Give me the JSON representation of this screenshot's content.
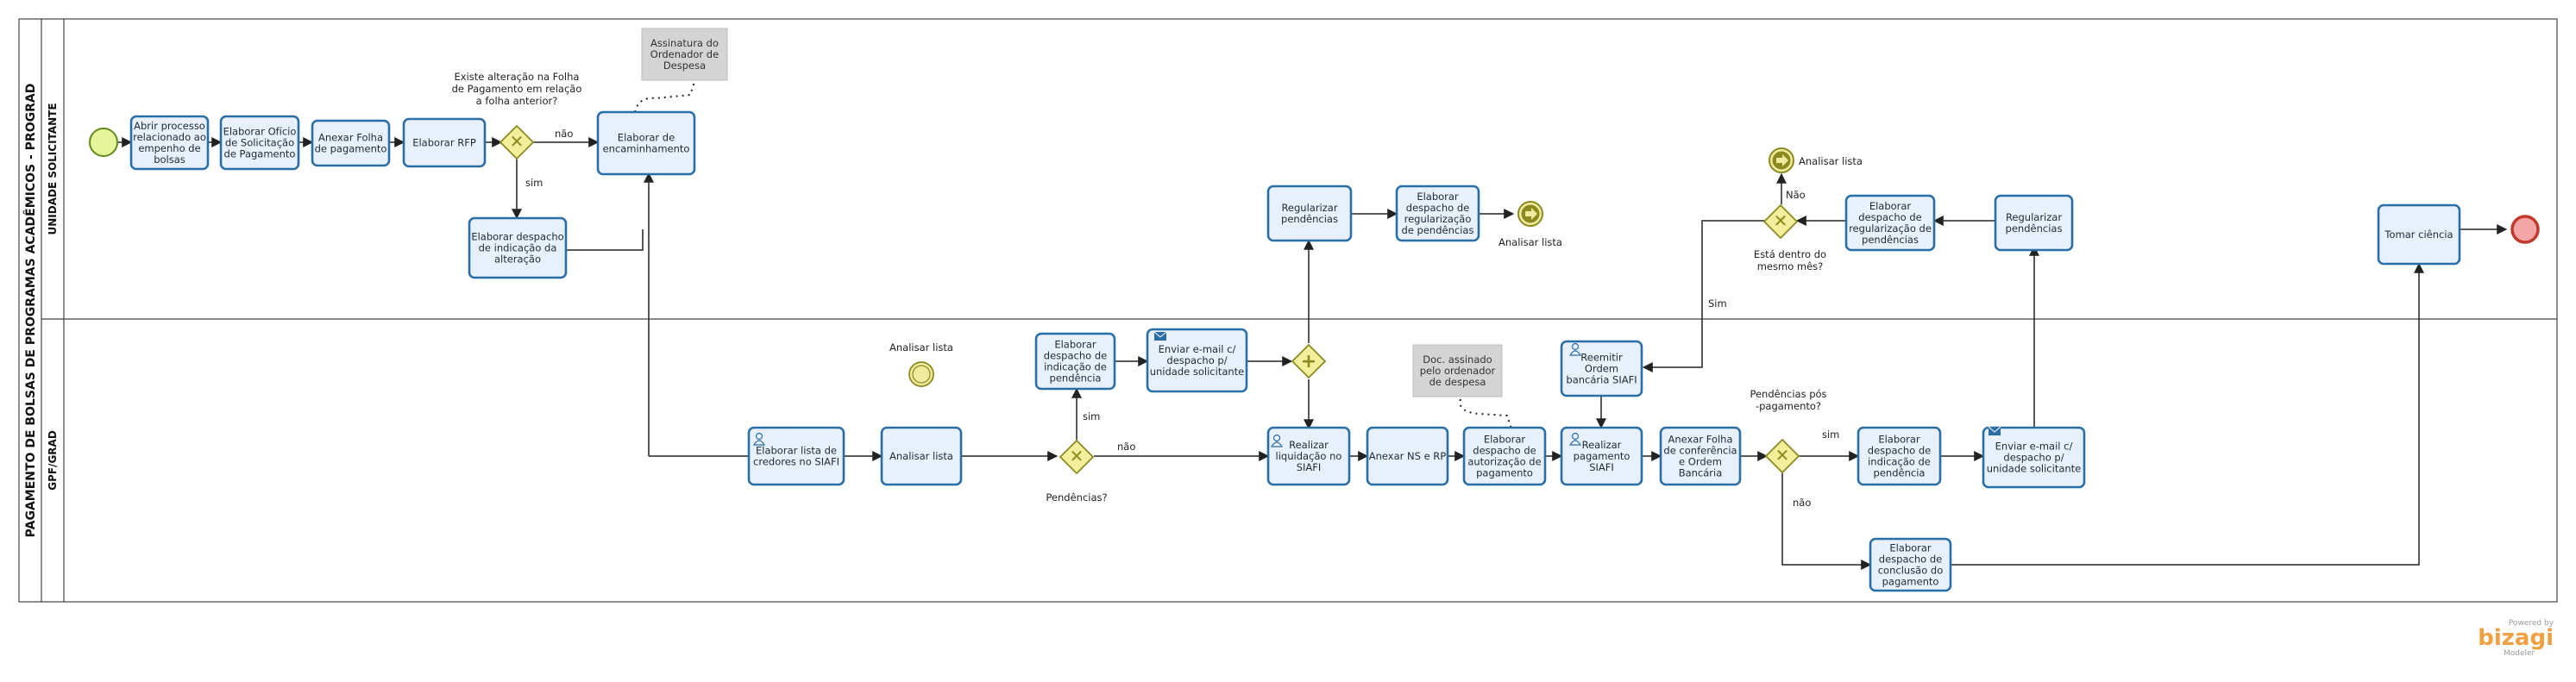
{
  "pool": {
    "title": "PAGAMENTO DE BOLSAS DE PROGRAMAS ACADÊMICOS - PROGRAD",
    "lanes": [
      "UNIDADE SOLICITANTE",
      "GPF/GRAD"
    ]
  },
  "tasks": [
    {
      "id": "t1",
      "lines": [
        "Abrir processo",
        "relacionado ao",
        "empenho de",
        "bolsas"
      ]
    },
    {
      "id": "t2",
      "lines": [
        "Elaborar Ofício",
        "de Solicitação",
        "de Pagamento"
      ]
    },
    {
      "id": "t3",
      "lines": [
        "Anexar Folha",
        "de pagamento"
      ]
    },
    {
      "id": "t4",
      "lines": [
        "Elaborar RFP"
      ]
    },
    {
      "id": "t5",
      "lines": [
        "Elaborar despacho",
        "de indicação da",
        "alteração"
      ]
    },
    {
      "id": "t6",
      "lines": [
        "Elaborar de",
        "encaminhamento"
      ]
    },
    {
      "id": "t7",
      "lines": [
        "Elaborar lista de",
        "credores no SIAFI"
      ]
    },
    {
      "id": "t8",
      "lines": [
        "Analisar lista"
      ]
    },
    {
      "id": "t9",
      "lines": [
        "Elaborar",
        "despacho de",
        "indicação de",
        "pendência"
      ]
    },
    {
      "id": "t10",
      "lines": [
        "Enviar e-mail c/",
        "despacho p/",
        "unidade solicitante"
      ]
    },
    {
      "id": "t11",
      "lines": [
        "Regularizar",
        "pendências"
      ]
    },
    {
      "id": "t12",
      "lines": [
        "Elaborar",
        "despacho de",
        "regularização",
        "de pendências"
      ]
    },
    {
      "id": "t13",
      "lines": [
        "Realizar",
        "liquidação no",
        "SIAFI"
      ]
    },
    {
      "id": "t14",
      "lines": [
        "Anexar NS e RP"
      ]
    },
    {
      "id": "t15",
      "lines": [
        "Elaborar",
        "despacho de",
        "autorização de",
        "pagamento"
      ]
    },
    {
      "id": "t16",
      "lines": [
        "Reemitir",
        "Ordem",
        "bancária SIAFI"
      ]
    },
    {
      "id": "t17",
      "lines": [
        "Realizar",
        "pagamento",
        "SIAFI"
      ]
    },
    {
      "id": "t18",
      "lines": [
        "Anexar Folha",
        "de conferência",
        "e Ordem",
        "Bancária"
      ]
    },
    {
      "id": "t19",
      "lines": [
        "Elaborar",
        "despacho de",
        "indicação de",
        "pendência"
      ]
    },
    {
      "id": "t20",
      "lines": [
        "Enviar e-mail c/",
        "despacho p/",
        "unidade solicitante"
      ]
    },
    {
      "id": "t21",
      "lines": [
        "Elaborar",
        "despacho de",
        "conclusão do",
        "pagamento"
      ]
    },
    {
      "id": "t22",
      "lines": [
        "Regularizar",
        "pendências"
      ]
    },
    {
      "id": "t23",
      "lines": [
        "Elaborar",
        "despacho de",
        "regularização de",
        "pendências"
      ]
    },
    {
      "id": "t24",
      "lines": [
        "Tomar ciência"
      ]
    }
  ],
  "notes": [
    {
      "id": "n1",
      "lines": [
        "Assinatura do",
        "Ordenador de",
        "Despesa"
      ]
    },
    {
      "id": "n2",
      "lines": [
        "Doc. assinado",
        "pelo ordenador",
        "de despesa"
      ]
    }
  ],
  "labels": {
    "gw1_question": [
      "Existe alteração na Folha",
      "de Pagamento em relação",
      "a folha anterior?"
    ],
    "nao": "não",
    "sim": "sim",
    "Sim": "Sim",
    "Nao_cap": "Não",
    "pendencias": "Pendências?",
    "pendencias_pos": [
      "Pendências pós",
      "-pagamento?"
    ],
    "esta_dentro": [
      "Está dentro do",
      "mesmo mês?"
    ],
    "analisar_lista": "Analisar lista"
  },
  "colors": {
    "task_fill": "#e8f0fb",
    "task_stroke": "#2a6ea6",
    "gateway_fill": "#f2ee9a",
    "start_fill": "#e6f59a",
    "end_fill": "#f4a6a6",
    "end_stroke": "#c0392b"
  },
  "footer": {
    "powered_by": "Powered by",
    "brand": "bizagi",
    "product": "Modeler"
  }
}
